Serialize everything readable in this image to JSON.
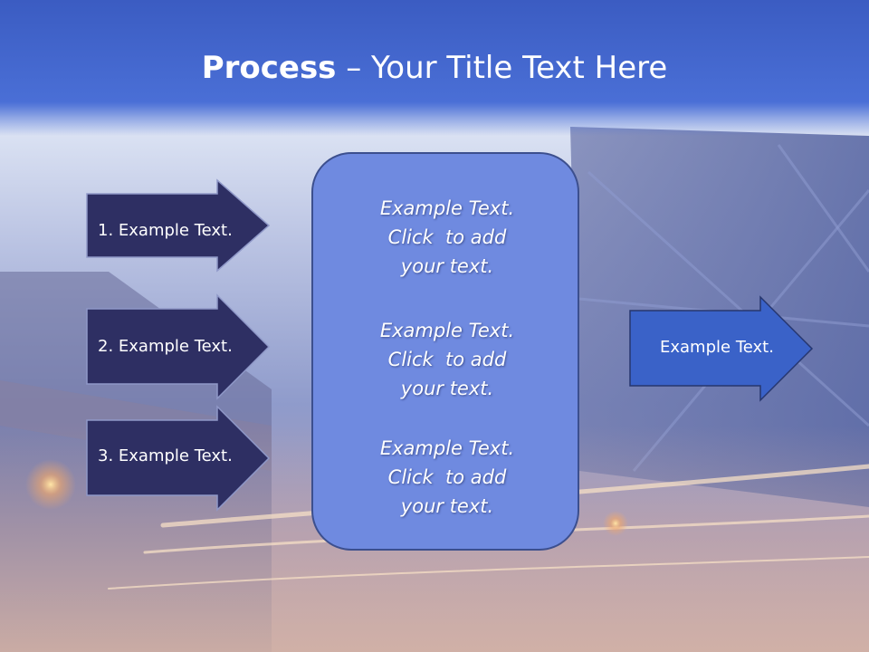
{
  "slide": {
    "title_bold": "Process",
    "title_rest": " – Your Title Text Here",
    "colors": {
      "title_bar": "#4a6fd6",
      "dark_arrow": "#2e2f63",
      "light_arrow": "#3a62c8",
      "panel_fill": "#6f8ae0",
      "panel_border": "#3c4f8e"
    }
  },
  "left_arrows": [
    {
      "label": "1. Example Text."
    },
    {
      "label": "2. Example Text."
    },
    {
      "label": "3. Example Text."
    }
  ],
  "center_panel": {
    "items": [
      {
        "line1": "Example Text.",
        "line2": "Click  to add",
        "line3": "your text."
      },
      {
        "line1": "Example Text.",
        "line2": "Click  to add",
        "line3": "your text."
      },
      {
        "line1": "Example Text.",
        "line2": "Click  to add",
        "line3": "your text."
      }
    ]
  },
  "right_arrow": {
    "label": "Example Text."
  }
}
